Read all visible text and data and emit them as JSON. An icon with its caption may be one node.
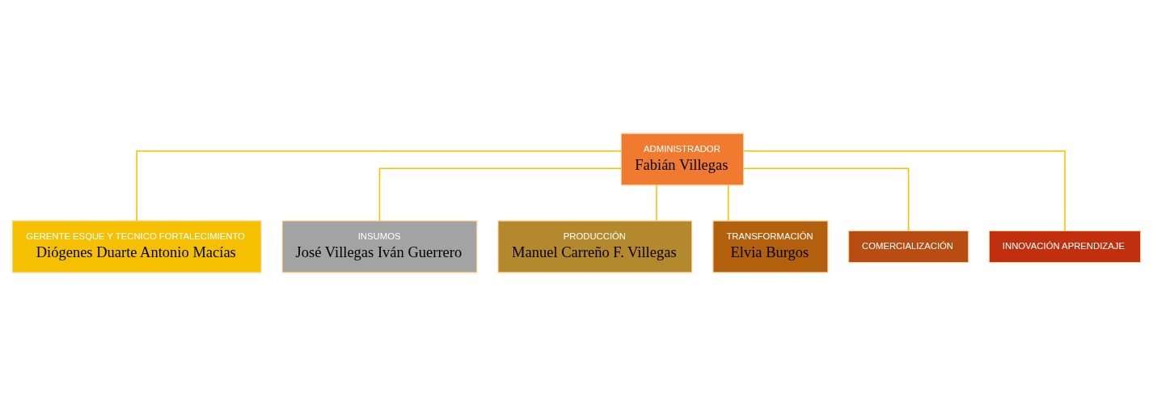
{
  "diagram": {
    "nodes": [
      {
        "text": [
          "ADMINISTRADOR",
          "Fabián Villegas"
        ]
      },
      {
        "text": [
          "GERENTE ESQUE Y TECNICO FORTALECIMIENTO",
          "Diógenes Duarte Antonio Macías"
        ]
      },
      {
        "text": [
          "INSUMOS",
          "José Villegas Iván Guerrero"
        ]
      },
      {
        "text": [
          "PRODUCCIÓN",
          "Manuel Carreño F. Villegas"
        ]
      },
      {
        "text": [
          "TRANSFORMACIÓN",
          "Elvia Burgos"
        ]
      },
      {
        "text": [
          "COMERCIALIZACIÓN"
        ]
      },
      {
        "text": [
          "INNOVACIÓN APRENDIZAJE"
        ]
      }
    ],
    "edges": [
      {
        "from": 0,
        "to": 1,
        "arrow": "none"
      },
      {
        "from": 0,
        "to": 2,
        "arrow": "none"
      },
      {
        "from": 0,
        "to": 3,
        "arrow": "none"
      },
      {
        "from": 0,
        "to": 4,
        "arrow": "none"
      },
      {
        "from": 0,
        "to": 5,
        "arrow": "none"
      },
      {
        "from": 0,
        "to": 6,
        "arrow": "none"
      }
    ]
  }
}
